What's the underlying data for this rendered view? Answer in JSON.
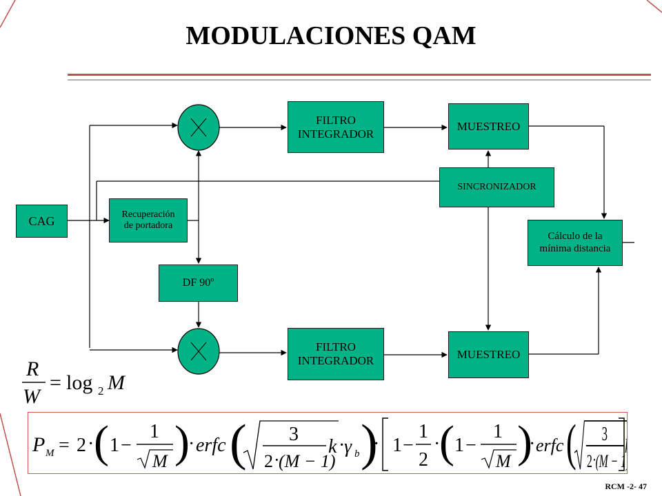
{
  "slide": {
    "title": "MODULACIONES QAM",
    "footer": "RCM -2- 47"
  },
  "blocks": {
    "cag": "CAG",
    "recuperacion": "Recuperación\nde portadora",
    "df90": "DF 90º",
    "filtro_top": "FILTRO\nINTEGRADOR",
    "filtro_bottom": "FILTRO\nINTEGRADOR",
    "muestreo_top": "MUESTREO",
    "muestreo_bottom": "MUESTREO",
    "sincronizador": "SINCRONIZADOR",
    "calculo": "Cálculo de la\nmínima distancia"
  },
  "equations": {
    "rate": {
      "numerator": "R",
      "denominator": "W",
      "equals": "=",
      "log": "log",
      "base": "2",
      "arg": "M"
    },
    "pm": {
      "lhs": "P",
      "lhs_sub": "M",
      "equals": "=",
      "coef": "2",
      "dot": "·",
      "one": "1",
      "minus": "−",
      "sqrtM": "M",
      "erfc": "erfc",
      "three": "3",
      "two": "2",
      "M_minus_1": "(M − 1)",
      "k": "k",
      "gamma": "γ",
      "gamma_sub": "b",
      "half_num": "1",
      "half_den": "2"
    }
  },
  "colors": {
    "block_fill": "#00b386",
    "accent_red": "#c0504d",
    "mixer_fill": "#00b386"
  }
}
